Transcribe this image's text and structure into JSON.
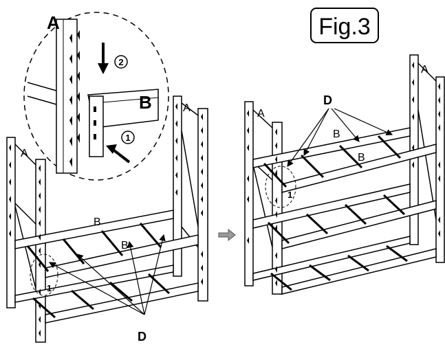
{
  "figure_label": "Fig.3",
  "detail": {
    "upright_label": "A",
    "beam_label": "B",
    "step_1": "1",
    "step_2": "2"
  },
  "left_rack": {
    "upright_label_left": "A",
    "upright_label_right": "A",
    "beam_label_top": "B",
    "beam_label_inner": "B",
    "deck_support_label": "D",
    "step_marker": "1"
  },
  "right_rack": {
    "upright_label_left": "A",
    "upright_label_right": "A",
    "beam_label_back": "B",
    "beam_label_front": "B",
    "deck_support_label": "D",
    "step_marker": "1"
  },
  "colors": {
    "ink": "#000000",
    "paper": "#ffffff",
    "shade": "#9a9a9a"
  }
}
